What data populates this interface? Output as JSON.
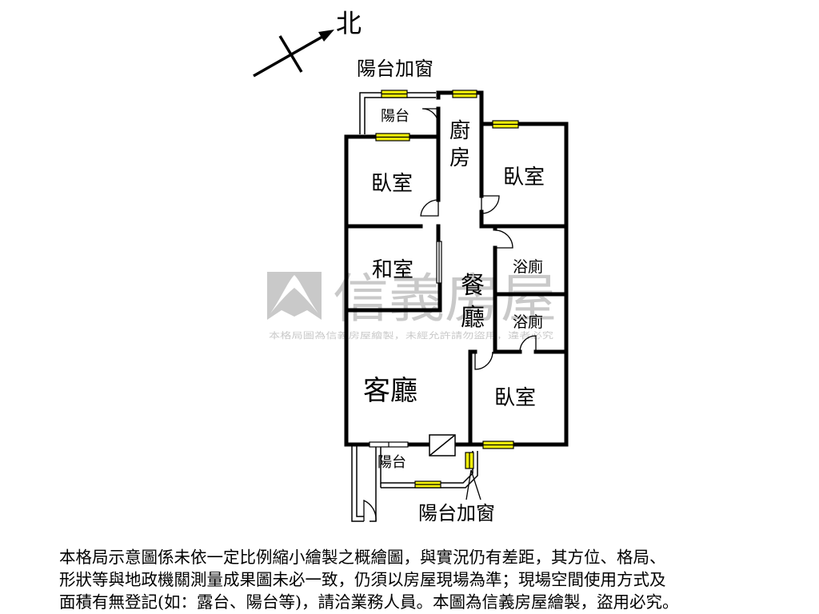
{
  "compass": {
    "label": "北"
  },
  "labels": {
    "balcony_window_top": "陽台加窗",
    "balcony_top": "陽台",
    "kitchen_1": "廚",
    "kitchen_2": "房",
    "bedroom_nw": "臥室",
    "bedroom_ne": "臥室",
    "japanese_room": "和室",
    "dining_1": "餐",
    "dining_2": "廳",
    "bath_1": "浴廁",
    "bath_2": "浴廁",
    "living_room": "客廳",
    "bedroom_se": "臥室",
    "balcony_bottom": "陽台",
    "balcony_window_bottom": "陽台加窗"
  },
  "watermark": {
    "brand": "信義房屋",
    "note": "本格局圖為信義房屋繪製，未經允許請勿盜用，違者必究"
  },
  "disclaimer": {
    "line1": "本格局示意圖係未依一定比例縮小繪製之概繪圖，與實況仍有差距，其方位、格局、",
    "line2": "形狀等與地政機關測量成果圖未必一致，仍須以房屋現場為準；現場空間使用方式及",
    "line3": "面積有無登記(如：露台、陽台等)，請洽業務人員。本圖為信義房屋繪製，盜用必究。"
  },
  "colors": {
    "wall": "#000000",
    "window": "#f5f20a",
    "watermark": "#c9c9c9"
  }
}
